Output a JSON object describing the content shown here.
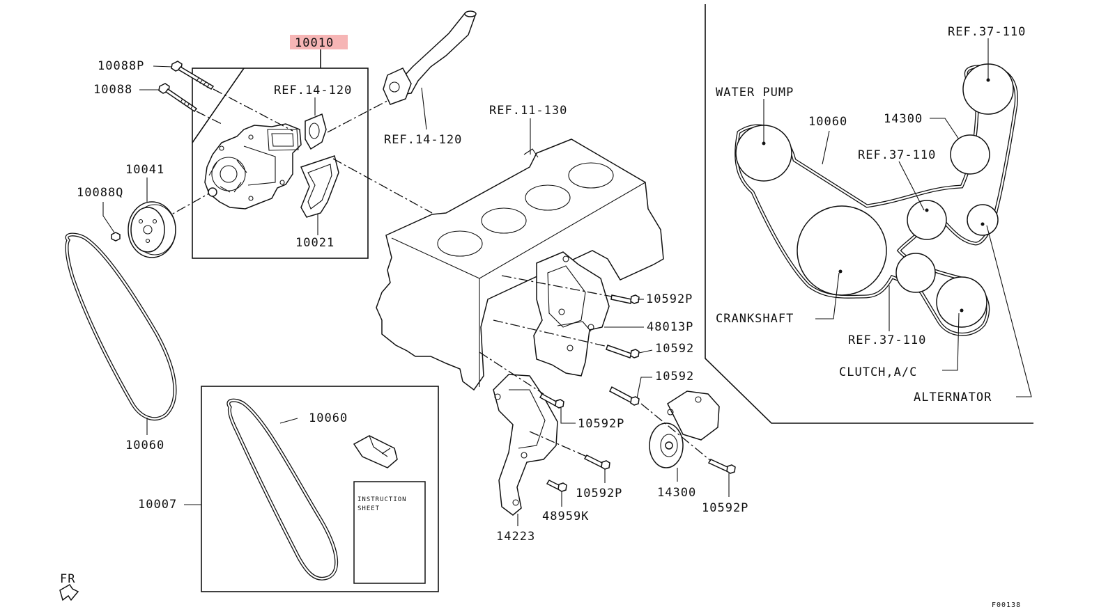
{
  "highlight_color": "#f6b5b5",
  "labels": {
    "part_10010": "10010",
    "part_10088p": "10088P",
    "part_10088": "10088",
    "ref_14_120_a": "REF.14-120",
    "ref_14_120_b": "REF.14-120",
    "ref_11_130": "REF.11-130",
    "part_10041": "10041",
    "part_10088q": "10088Q",
    "part_10021": "10021",
    "part_10060_a": "10060",
    "part_10060_b": "10060",
    "part_10007": "10007",
    "instruction_sheet_1": "INSTRUCTION",
    "instruction_sheet_2": "SHEET",
    "part_10592p_a": "10592P",
    "part_48013p": "48013P",
    "part_10592_a": "10592",
    "part_10592_b": "10592",
    "part_10592p_b": "10592P",
    "part_10592p_c": "10592P",
    "part_48959k": "48959K",
    "part_14223": "14223",
    "part_14300_a": "14300",
    "part_10592p_d": "10592P",
    "fr": "FR",
    "fig_code": "F00138"
  },
  "belt_routing": {
    "ref_37_110_top": "REF.37-110",
    "water_pump": "WATER PUMP",
    "part_10060": "10060",
    "part_14300": "14300",
    "ref_37_110_mid": "REF.37-110",
    "crankshaft": "CRANKSHAFT",
    "ref_37_110_bottom": "REF.37-110",
    "clutch_ac": "CLUTCH,A/C",
    "alternator": "ALTERNATOR"
  }
}
